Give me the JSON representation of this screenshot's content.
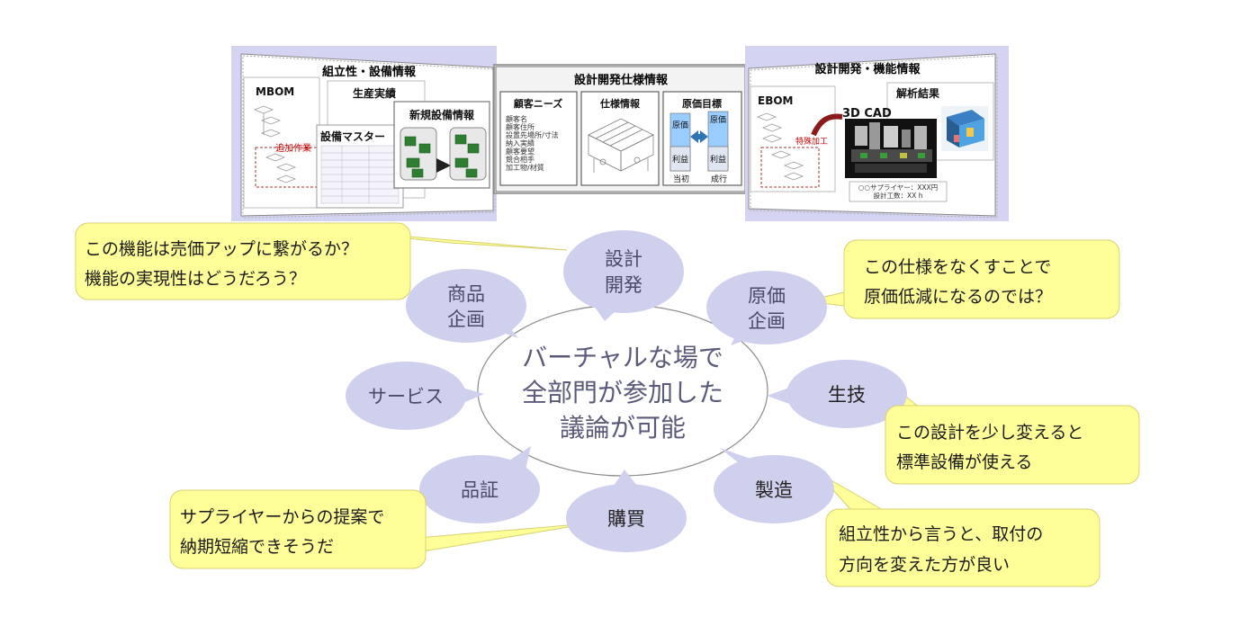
{
  "panels": {
    "left": {
      "title": "組立性・設備情報",
      "mbom": "MBOM",
      "production": "生産実績",
      "equipment_master": "設備マスター",
      "new_equipment": "新規設備情報",
      "annotation": "追加作業"
    },
    "middle": {
      "title": "設計開発仕様情報",
      "customer_needs": {
        "title": "顧客ニーズ",
        "items": [
          "顧客名",
          "顧客住所",
          "設置先場所/寸法",
          "納入実績",
          "顧客要望",
          "競合相手",
          "加工物/材質"
        ]
      },
      "spec": "仕様情報",
      "cost_target": {
        "title": "原価目標",
        "cost": "原価",
        "profit": "利益",
        "initial": "当初",
        "result": "成行"
      }
    },
    "right": {
      "title": "設計開発・機能情報",
      "ebom": "EBOM",
      "analysis": "解析結果",
      "cad": "3D CAD",
      "annotation": "特殊加工",
      "supplier_line1": "○○サプライヤー：XXX円",
      "supplier_line2": "設計工数：XX h"
    }
  },
  "center": {
    "lines": [
      "バーチャルな場で",
      "全部門が参加した",
      "議論が可能"
    ]
  },
  "departments": {
    "design": [
      "設計",
      "開発"
    ],
    "product": [
      "商品",
      "企画"
    ],
    "cost": [
      "原価",
      "企画"
    ],
    "service": "サービス",
    "production_engineering": "生技",
    "quality": "品証",
    "manufacturing": "製造",
    "purchasing": "購買"
  },
  "callouts": {
    "product": [
      "この機能は売価アップに繋がるか？",
      "機能の実現性はどうだろう？"
    ],
    "cost": [
      "この仕様をなくすことで",
      "原価低減になるのでは？"
    ],
    "production_engineering": [
      "この設計を少し変えると",
      "標準設備が使える"
    ],
    "manufacturing": [
      "組立性から言うと、取付の",
      "方向を変えた方が良い"
    ],
    "purchasing": [
      "サプライヤーからの提案で",
      "納期短縮できそうだ"
    ]
  },
  "colors": {
    "bubble": "#cfcfee",
    "callout": "#ffff99",
    "panel_bg": "#d8d8f4",
    "arrow": "#2e75b6",
    "cost_bar": "#99ccff"
  }
}
